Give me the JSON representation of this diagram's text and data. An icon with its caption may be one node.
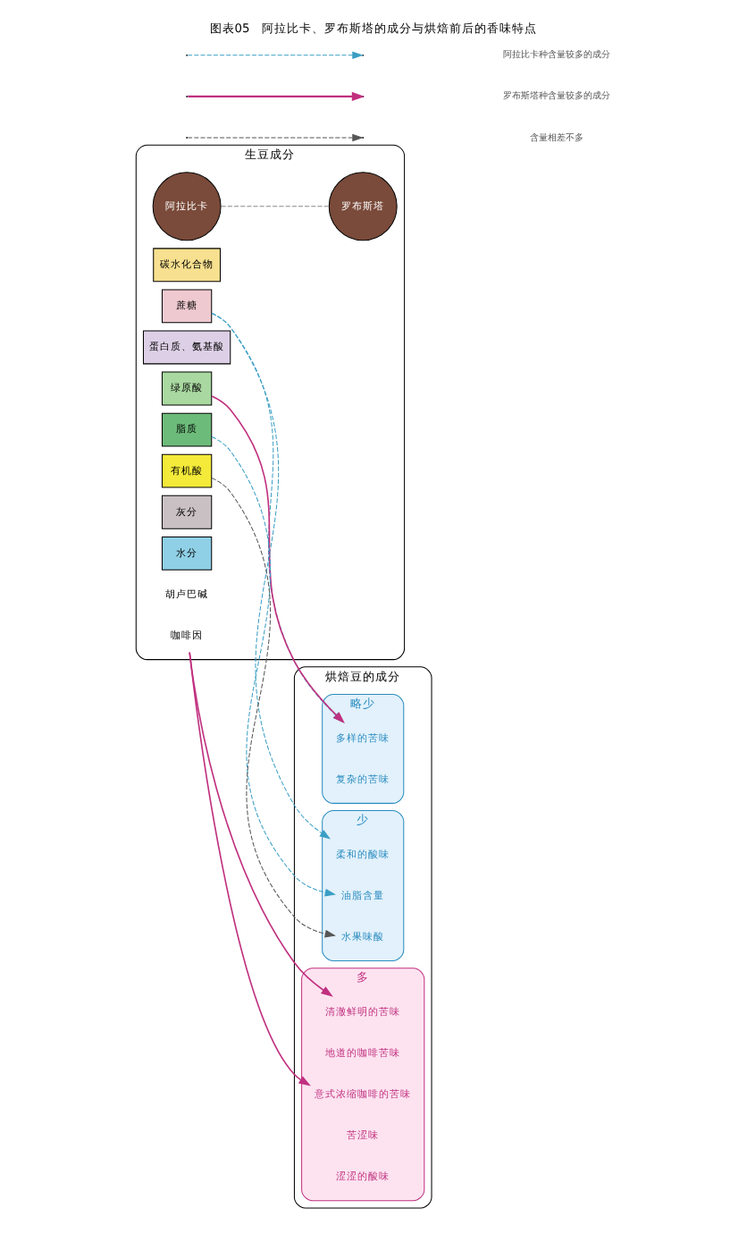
{
  "diagram": {
    "title": "图表05　阿拉比卡、罗布斯塔的成分与烘焙前后的香味特点",
    "nodes": [
      {
        "text": [
          "生豆成分"
        ]
      },
      {
        "text": [
          "阿拉比卡"
        ],
        "in": 0
      },
      {
        "text": [
          "罗布斯塔"
        ],
        "in": 0
      },
      {
        "text": [
          "碳水化合物"
        ],
        "in": 0
      },
      {
        "text": [
          "蔗糖"
        ],
        "in": 0
      },
      {
        "text": [
          "蛋白质、氨基酸"
        ],
        "in": 0
      },
      {
        "text": [
          "绿原酸"
        ],
        "in": 0
      },
      {
        "text": [
          "脂质"
        ],
        "in": 0
      },
      {
        "text": [
          "有机酸"
        ],
        "in": 0
      },
      {
        "text": [
          "灰分"
        ],
        "in": 0
      },
      {
        "text": [
          "水分"
        ],
        "in": 0
      },
      {
        "text": [
          "胡卢巴碱"
        ],
        "in": 0
      },
      {
        "text": [
          "咖啡因"
        ],
        "in": 0
      },
      {
        "text": [
          "烘焙豆的成分"
        ]
      },
      {
        "text": [
          "多"
        ],
        "in": 13
      },
      {
        "text": [
          "清澈鲜明的苦味"
        ],
        "in": 14
      },
      {
        "text": [
          "地道的咖啡苦味"
        ],
        "in": 14
      },
      {
        "text": [
          "意式浓缩咖啡的苦味"
        ],
        "in": 14
      },
      {
        "text": [
          "苦涩味"
        ],
        "in": 14
      },
      {
        "text": [
          "涩涩的酸味"
        ],
        "in": 14
      },
      {
        "text": [
          "略少"
        ],
        "in": 13
      },
      {
        "text": [
          "多样的苦味"
        ],
        "in": 20
      },
      {
        "text": [
          "复杂的苦味"
        ],
        "in": 20
      },
      {
        "text": [
          "少"
        ],
        "in": 13
      },
      {
        "text": [
          "柔和的酸味"
        ],
        "in": 23
      },
      {
        "text": [
          "水果味酸"
        ],
        "in": 23
      },
      {
        "text": [
          "油脂含量"
        ],
        "in": 23
      }
    ],
    "edges": [
      {
        "from": 1,
        "to": 2,
        "arrow": "none",
        "style": "dashed",
        "color": "#888888"
      },
      {
        "from": 12,
        "to": 15,
        "arrow": "to"
      },
      {
        "from": 12,
        "to": 17,
        "arrow": "to"
      },
      {
        "from": 6,
        "to": 21,
        "arrow": "to"
      },
      {
        "from": 4,
        "to": 21,
        "arrow": "to",
        "style": "dashed",
        "color": "#3a9ec4"
      },
      {
        "from": 4,
        "to": 24,
        "arrow": "to",
        "style": "dashed",
        "color": "#3a9ec4"
      },
      {
        "from": 8,
        "to": 25,
        "arrow": "to",
        "style": "dashed",
        "color": "#555555"
      },
      {
        "from": 7,
        "to": 26,
        "arrow": "to",
        "style": "dashed",
        "color": "#3a9ec4"
      }
    ],
    "legend": [
      {
        "text": "阿拉比卡种含量较多的成分"
      },
      {
        "text": "罗布斯塔种含量较多的成分"
      },
      {
        "text": "含量相差不多"
      }
    ]
  }
}
